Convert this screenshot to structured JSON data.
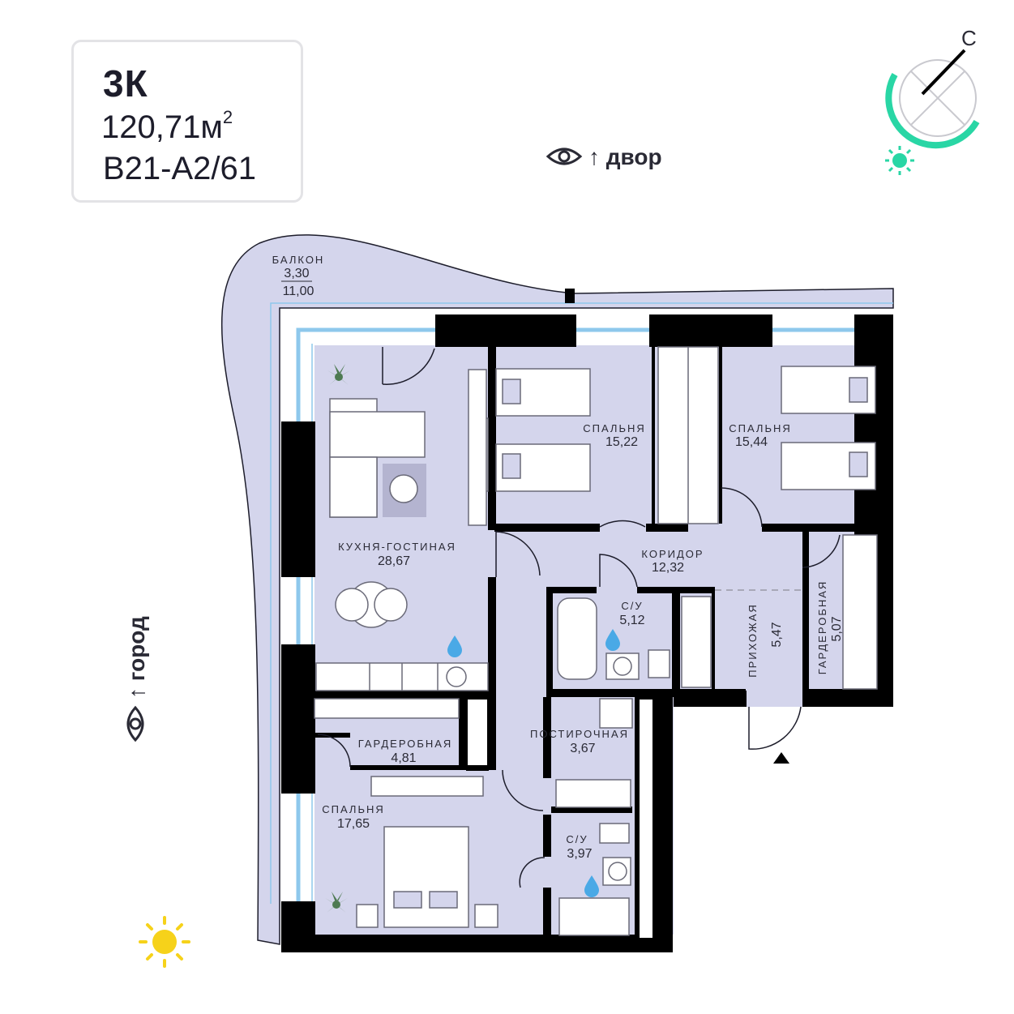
{
  "header": {
    "type": "3К",
    "area_value": "120,71м",
    "area_sup": "2",
    "code": "B21-A2/61"
  },
  "orientation": {
    "courtyard_label": "↑ двор",
    "city_label": "↑ город",
    "compass_letter": "С"
  },
  "rooms": {
    "balcony": {
      "name": "БАЛКОН",
      "area": "3,30",
      "area_full": "11,00"
    },
    "kitchen_living": {
      "name": "КУХНЯ-ГОСТИНАЯ",
      "area": "28,67"
    },
    "bedroom_1": {
      "name": "СПАЛЬНЯ",
      "area": "15,22"
    },
    "bedroom_2": {
      "name": "СПАЛЬНЯ",
      "area": "15,44"
    },
    "corridor": {
      "name": "КОРИДОР",
      "area": "12,32"
    },
    "bathroom_1": {
      "name": "С/У",
      "area": "5,12"
    },
    "hallway": {
      "name": "ПРИХОЖАЯ",
      "area": "5,47"
    },
    "wardrobe_1": {
      "name": "ГАРДЕРОБНАЯ",
      "area": "5,07"
    },
    "wardrobe_2": {
      "name": "ГАРДЕРОБНАЯ",
      "area": "4,81"
    },
    "laundry": {
      "name": "ПОСТИРОЧНАЯ",
      "area": "3,67"
    },
    "bedroom_3": {
      "name": "СПАЛЬНЯ",
      "area": "17,65"
    },
    "bathroom_2": {
      "name": "С/У",
      "area": "3,97"
    }
  },
  "colors": {
    "floor": "#d4d5ec",
    "wall": "#000000",
    "window": "#8ec8ec",
    "water": "#4aa9e6",
    "compass_arc": "#29d6a5",
    "sun_morning": "#29d6a5",
    "sun_day": "#f6d21a",
    "plant": "#4e7a52"
  }
}
